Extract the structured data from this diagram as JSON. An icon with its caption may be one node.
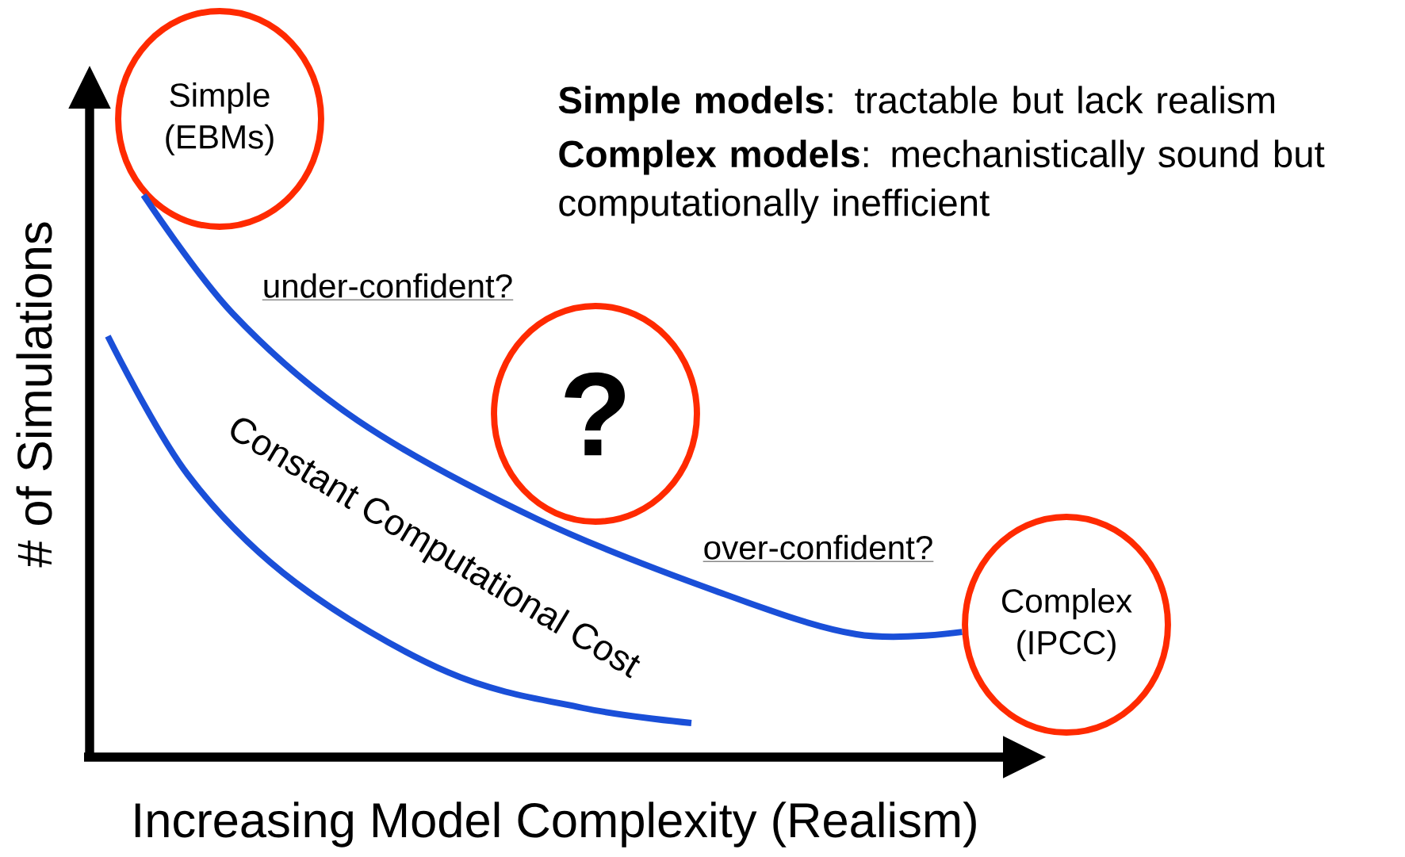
{
  "diagram": {
    "nodes": [
      {
        "text": [
          "Simple (EBMs)"
        ]
      },
      {
        "text": [
          "?"
        ]
      },
      {
        "text": [
          "Complex (IPCC)"
        ]
      }
    ],
    "edges": [
      {
        "from": 0,
        "to": 2,
        "arrow": "none"
      }
    ],
    "labels": [
      "**Simple models**: tractable but lack realism",
      "**Complex models**: mechanistically sound but computationally inefficient",
      "under-confident?",
      "over-confident?",
      "Constant Computational Cost",
      "# of Simulations",
      "Increasing Model Complexity (Realism)"
    ]
  }
}
